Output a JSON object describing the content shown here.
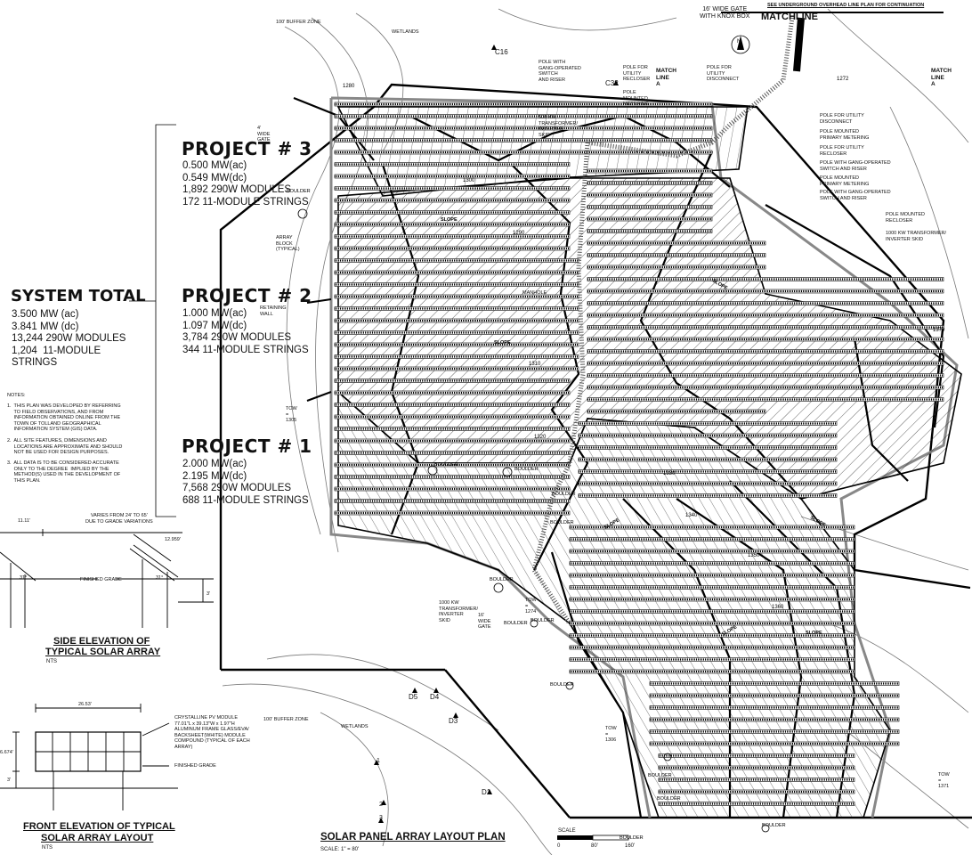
{
  "projects": [
    {
      "title": "PROJECT # 3",
      "lines": [
        "0.500 MW(ac)",
        "0.549 MW(dc)",
        "1,892 290W MODULES",
        "172 11-MODULE STRINGS"
      ]
    },
    {
      "title": "PROJECT # 2",
      "lines": [
        "1.000 MW(ac)",
        "1.097 MW(dc)",
        "3,784 290W MODULES",
        "344 11-MODULE STRINGS"
      ]
    },
    {
      "title": "PROJECT # 1",
      "lines": [
        "2.000 MW(ac)",
        "2.195 MW(dc)",
        "7,568 290W MODULES",
        "688 11-MODULE STRINGS"
      ]
    }
  ],
  "system_total": {
    "title": "SYSTEM TOTAL",
    "lines": [
      "3.500 MW (ac)",
      "3.841 MW (dc)",
      "13,244 290W MODULES",
      "1,204  11-MODULE",
      "STRINGS"
    ]
  },
  "notes": {
    "heading": "NOTES:",
    "items": [
      "1.  THIS PLAN WAS DEVELOPED BY REFERRING\n     TO FIELD OBSERVATIONS, AND FROM\n     INFORMATION OBTAINED ONLINE FROM THE\n     TOWN OF TOLLAND GEOGRAPHICAL\n     INFORMATION SYSTEM (GIS) DATA.",
      "2.  ALL SITE FEATURES, DIMENSIONS AND\n     LOCATIONS ARE APPROXIMATE AND SHOULD\n     NOT BE USED FOR DESIGN PURPOSES.",
      "3.  ALL DATA IS TO BE CONSIDERED ACCURATE\n     ONLY TO THE DEGREE  IMPLIED BY THE\n     METHOD(S) USED IN THE DEVELOPMENT OF\n     THIS PLAN."
    ]
  },
  "side_elevation": {
    "title_line1": "SIDE ELEVATION OF",
    "title_line2": "TYPICAL SOLAR ARRAY",
    "scale": "NTS",
    "dims": {
      "width_left": "11.11'",
      "varies": "VARIES FROM 24' TO 65'\nDUE TO GRADE VARIATIONS",
      "panel": "12.959'",
      "angle_a": "31°",
      "angle_b": "31°",
      "height": "3'",
      "finished_grade": "FINISHED GRADE"
    }
  },
  "front_elevation": {
    "title_line1": "FRONT ELEVATION OF TYPICAL",
    "title_line2": "SOLAR ARRAY LAYOUT",
    "scale": "NTS",
    "dims": {
      "width": "26.53'",
      "height": "6.674'",
      "base": "3'"
    },
    "module_note": "CRYSTALLINE PV MODULE\n77.01\"L x 39.13\"W x 1.97\"H\nALUMINUM FRAME GLASS/EVA/\nBACKSHEET(WHITE) MODULE\nCOMPOUND (TYPICAL OF EACH\nARRAY)",
    "finished_grade": "FINISHED GRADE"
  },
  "plan": {
    "title": "SOLAR PANEL ARRAY LAYOUT PLAN",
    "scale_note": "SCALE: 1\" = 80'",
    "scale_bar": {
      "label": "SCALE",
      "ticks": [
        "0",
        "80'",
        "160'"
      ]
    }
  },
  "header": {
    "gate": "16' WIDE GATE\nWITH KNOX BOX",
    "overhead": "SEE UNDERGROUND OVERHEAD LINE PLAN FOR CONTINUATION",
    "matchline": "MATCHLINE",
    "north": "N"
  },
  "labels": {
    "buffer_top": "100' BUFFER ZONE",
    "wetlands_top": "WETLANDS",
    "buffer_bottom": "100' BUFFER ZONE",
    "wetlands_bottom": "WETLANDS",
    "c16": "C16",
    "c32": "C32",
    "d5": "D5",
    "d4": "D4",
    "d3": "D3",
    "d1": "D1",
    "one": "1",
    "two": "2",
    "three": "3",
    "pole_gang": "POLE WITH\nGANG-OPERATED\nSWITCH\nAND RISER",
    "pole_recloser": "POLE FOR\nUTILITY\nRECLOSER",
    "match_line_a": "MATCH\nLINE\nA",
    "pole_disconnect": "POLE FOR\nUTILITY\nDISCONNECT",
    "match_line_a_right": "MATCH\nLINE\nA",
    "pole_mounted_metering": "POLE\nMOUNTED\nMETERING",
    "transformer_500": "500 KW\nTRANSFORMER/\nINVERTER\nSKID",
    "r_pole_disconnect": "POLE FOR UTILITY\nDISCONNECT",
    "r_pole_primary": "POLE MOUNTED\nPRIMARY METERING",
    "r_pole_recloser": "POLE FOR UTILITY\nRECLOSER",
    "r_pole_gang": "POLE WITH GANG-OPERATED\nSWITCH AND RISER",
    "r_pole_primary2": "POLE MOUNTED\nPRIMARY METERING",
    "r_pole_gang2": "POLE WITH GANG-OPERATED\nSWITCH AND RISER",
    "r_pole_recloser2": "POLE MOUNTED\nRECLOSER",
    "r_transformer_1000": "1000 KW TRANSFORMER/\nINVERTER SKID",
    "wide_gate_4": "4'\nWIDE\nGATE",
    "array_block": "ARRAY\nBLOCK\n(TYPICAL)",
    "retaining_wall": "RETAINING\nWALL",
    "manhole": "MANHOLE",
    "tow_1305": "TOW\n=\n1305",
    "tow_1274": "TOW\n=\n1274",
    "tow_1371": "TOW\n=\n1371",
    "tow_1306": "TOW\n=\n1306",
    "transformer_1000": "1000 KW\nTRANSFORMER/\nINVERTER\nSKID",
    "wide_gate_16": "16'\nWIDE\nGATE",
    "boulder": "BOULDER",
    "slope": "SLOPE",
    "contours": [
      "1280",
      "1300",
      "1290",
      "1310",
      "1320",
      "1330",
      "1340",
      "1350",
      "1360",
      "1370",
      "1272"
    ]
  }
}
